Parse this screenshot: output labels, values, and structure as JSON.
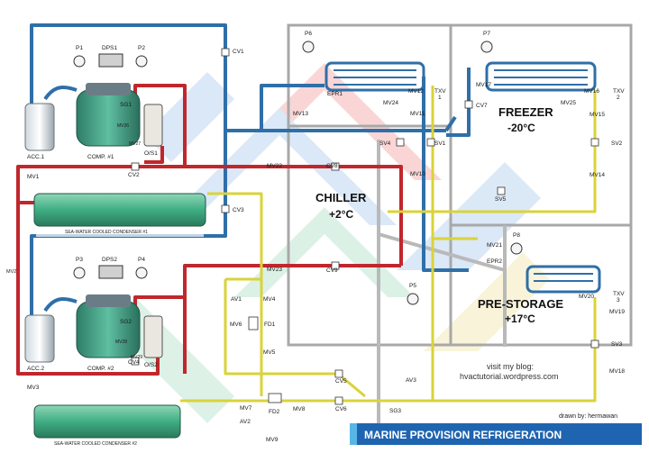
{
  "title": "MARINE PROVISION REFRIGERATION",
  "credit": "drawn by: hermawan",
  "blog": {
    "line1": "visit my blog:",
    "line2": "hvactutorial.wordpress.com"
  },
  "rooms": {
    "chiller": {
      "name": "CHILLER",
      "temp": "+2°C"
    },
    "freezer": {
      "name": "FREEZER",
      "temp": "-20°C"
    },
    "prestorage": {
      "name": "PRE-STORAGE",
      "temp": "+17°C"
    }
  },
  "equipment": {
    "acc1": "ACC.1",
    "acc2": "ACC.2",
    "comp1": "COMP. #1",
    "comp2": "COMP. #2",
    "os1": "O/S1",
    "os2": "O/S2",
    "cond1": "SEA-WATER COOLED CONDENSER #1",
    "cond2": "SEA-WATER COOLED CONDENSER #2",
    "p1": "P1",
    "p2": "P2",
    "p3": "P3",
    "p4": "P4",
    "p5": "P5",
    "p6": "P6",
    "p7": "P7",
    "p8": "P8",
    "dps1": "DPS1",
    "dps2": "DPS2",
    "sg1": "SG1",
    "sg2": "SG2",
    "sg3": "SG3",
    "mv27": "MV27",
    "mv28": "MV28",
    "mv26": "MV26",
    "mv29": "MV29",
    "cv1": "CV1",
    "cv2": "CV2",
    "cv3": "CV3",
    "cv4": "CV4",
    "cv5": "CV5",
    "cv6": "CV6",
    "cv7": "CV7",
    "cv8": "CV8",
    "cv9": "CV9",
    "mv1": "MV1",
    "mv2": "MV2",
    "mv3": "MV3",
    "mv4": "MV4",
    "mv5": "MV5",
    "mv6": "MV6",
    "mv7": "MV7",
    "mv8": "MV8",
    "mv9": "MV9",
    "mv10": "MV10",
    "mv11": "MV11",
    "mv12": "MV12",
    "mv13": "MV13",
    "mv14": "MV14",
    "mv15": "MV15",
    "mv16": "MV16",
    "mv17": "MV17",
    "mv18": "MV18",
    "mv19": "MV19",
    "mv20": "MV20",
    "mv21": "MV21",
    "mv22": "MV22",
    "mv23": "MV23",
    "mv24": "MV24",
    "mv25": "MV25",
    "av1": "AV1",
    "av2": "AV2",
    "av3": "AV3",
    "fd1": "FD1",
    "fd2": "FD2",
    "sv1": "SV1",
    "sv2": "SV2",
    "sv3": "SV3",
    "sv4": "SV4",
    "sv5": "SV5",
    "epr1": "EPR1",
    "epr2": "EPR2",
    "txv1a": "TXV",
    "txv1b": "1",
    "txv2a": "TXV",
    "txv2b": "2",
    "txv3a": "TXV",
    "txv3b": "3"
  },
  "colors": {
    "suction": "#2f6fa8",
    "discharge": "#c0272d",
    "liquid": "#d9d33a",
    "water": "#b9b9b9",
    "condenser": "#4bb58c",
    "compressor": "#3a8f78",
    "banner": "#1f64b0",
    "room_border": "#a8a8a8"
  }
}
